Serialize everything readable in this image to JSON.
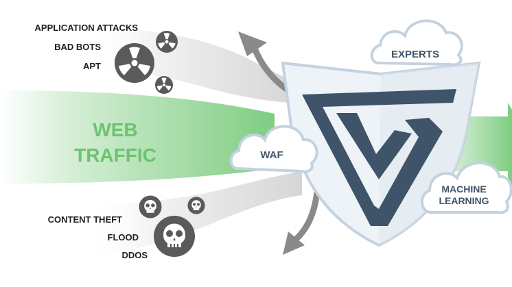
{
  "threats_top": [
    "APPLICATION ATTACKS",
    "BAD BOTS",
    "APT"
  ],
  "threats_bottom": [
    "CONTENT THEFT",
    "FLOOD",
    "DDOS"
  ],
  "center_label": [
    "WEB",
    "TRAFFIC"
  ],
  "clouds": {
    "waf": "WAF",
    "experts": "EXPERTS",
    "machine_learning": [
      "MACHINE",
      "LEARNING"
    ]
  },
  "icons": {
    "top": "radiation-icon",
    "bottom": "skull-icon"
  },
  "colors": {
    "traffic_green": "#6cc36f",
    "shield_navy": "#3f5468",
    "shield_fill": "#eef3f8",
    "shield_outline": "#c4d2e0",
    "arrow_gray": "#8a8a8a",
    "icon_gray": "#5a5a5a"
  }
}
